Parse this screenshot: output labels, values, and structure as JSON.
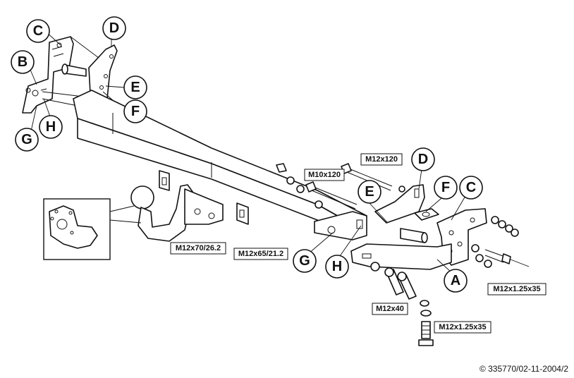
{
  "callouts": {
    "left_c": "C",
    "left_d": "D",
    "left_b": "B",
    "left_e": "E",
    "left_f": "F",
    "left_g": "G",
    "left_h": "H",
    "right_d": "D",
    "right_e": "E",
    "right_f": "F",
    "right_c": "C",
    "right_g": "G",
    "right_h": "H",
    "right_a": "A"
  },
  "bolt_labels": {
    "m12x120": "M12x120",
    "m10x120": "M10x120",
    "m12x70": "M12x70/26.2",
    "m12x65": "M12x65/21.2",
    "m12x40": "M12x40",
    "m12x125_right": "M12x1.25x35",
    "m12x125_bottom": "M12x1.25x35"
  },
  "copyright": "© 335770/02-11-2004/2"
}
